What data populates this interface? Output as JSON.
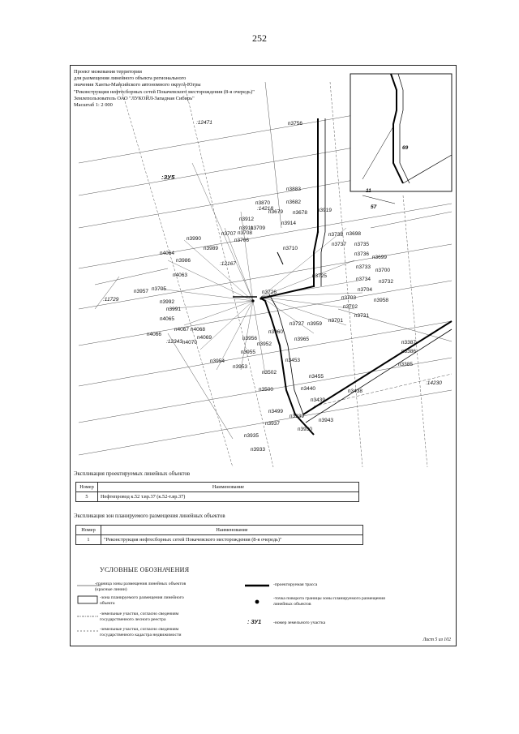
{
  "page_number": "252",
  "header": {
    "lines": [
      "Проект межевания территории",
      "для размещения линейного объекта регионального",
      "значения Ханты-Мансийского автономного округа-Югры",
      "\"Реконструкция нефтесборных сетей Покачевского месторождения (8-я очередь)\"",
      "Землепользователь ОАО \"ЛУКОЙЛ-Западная Сибирь\"",
      "Масштаб 1: 2 000"
    ]
  },
  "map_labels": {
    "zu5": ":ЗУ5",
    "q12471": ":12471",
    "q14218": ":14218",
    "q12167": ":12167",
    "q11729": ":11729",
    "q12343": ":12343",
    "q14230": ":14230",
    "inset_69": "69",
    "inset_11": "11",
    "inset_57": "57",
    "points": [
      "п3756",
      "п3883",
      "п3870",
      "п3682",
      "п3679",
      "п3678",
      "п3919",
      "п3914",
      "п3912",
      "п3911",
      "п3709",
      "п3706",
      "п3707",
      "п3708",
      "п3990",
      "п3989",
      "п4064",
      "п3986",
      "п4063",
      "п3957",
      "п3705",
      "п3992",
      "п3991",
      "п4065",
      "п4067",
      "п4068",
      "п4066",
      "п4070",
      "п4069",
      "п3954",
      "п3956",
      "п3955",
      "п3952",
      "п3953",
      "п3960",
      "п3965",
      "п3726",
      "п3710",
      "п3738",
      "п3698",
      "п3737",
      "п3735",
      "п3736",
      "п3699",
      "п3733",
      "п3700",
      "п3725",
      "п3734",
      "п3732",
      "п3704",
      "п3703",
      "п3702",
      "п3958",
      "п3731",
      "п3727",
      "п3959",
      "п3701",
      "п3453",
      "п3502",
      "п3455",
      "п3500",
      "п3438",
      "п3439",
      "п3440",
      "п3499",
      "п3939",
      "п3937",
      "п3943",
      "п3930",
      "п3935",
      "п3933",
      "п3387",
      "п3386",
      "п3385"
    ]
  },
  "linear_objects": {
    "title": "Экспликация проектируемых линейных объектов",
    "headers": [
      "Номер",
      "Наименование"
    ],
    "rows": [
      [
        "5",
        "Нефтепровод к.52 т.вр.37 (к.52-т.вр.37)"
      ]
    ]
  },
  "zones": {
    "title": "Экспликация зон планируемого размещения линейных объектов",
    "headers": [
      "Номер",
      "Наименование"
    ],
    "rows": [
      [
        "1",
        "\"Реконструкция нефтесборных сетей Покачевского месторождения (8-я очередь)\""
      ]
    ]
  },
  "legend": {
    "title": "УСЛОВНЫЕ ОБОЗНАЧЕНИЯ",
    "items": [
      "-граница зоны размещения линейных объектов (красные линии)",
      "-зона планируемого размещения линейного объекта",
      "-земельные участки, согласно сведениям государственного лесного реестра",
      "-земельные участки, согласно сведениям государственного кадастра недвижимости",
      "-проектируемая трасса",
      "-точка поворота границы зоны планируемого размещения линейных объектов",
      "-номер земельного участка"
    ],
    "zu_symbol": ": ЗУ1"
  },
  "footer": "Лист 5 из 102",
  "colors": {
    "ink": "#111111",
    "route": "#000000",
    "paper": "#ffffff"
  }
}
